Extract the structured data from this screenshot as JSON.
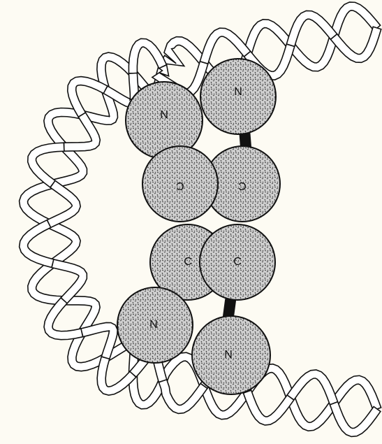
{
  "figure": {
    "background": "#fdfbf3",
    "ink_color": "#111111",
    "ribbon_fill": "#ffffff",
    "bead_fill": "#c9c9c9"
  },
  "upper_pair": {
    "atom_left": "N",
    "atom_right": "N",
    "atom_left_lower": "C",
    "atom_right_lower": "C"
  },
  "lower_pair": {
    "atom_left_upper": "C",
    "atom_right_upper": "C",
    "atom_left": "N",
    "atom_right": "N"
  }
}
